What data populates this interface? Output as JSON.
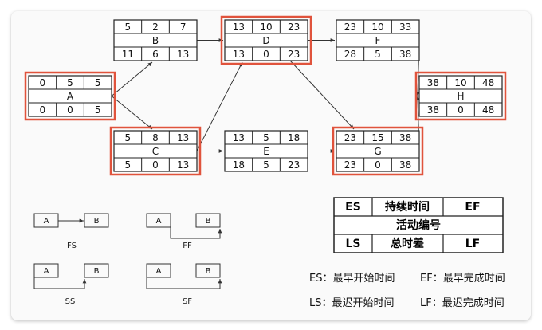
{
  "colors": {
    "critical": "#e0533c",
    "line": "#333333"
  },
  "nodes": {
    "A": {
      "name": "A",
      "es": "0",
      "dur": "5",
      "ef": "5",
      "ls": "0",
      "tf": "0",
      "lf": "5",
      "critical": true
    },
    "B": {
      "name": "B",
      "es": "5",
      "dur": "2",
      "ef": "7",
      "ls": "11",
      "tf": "6",
      "lf": "13",
      "critical": false
    },
    "C": {
      "name": "C",
      "es": "5",
      "dur": "8",
      "ef": "13",
      "ls": "5",
      "tf": "0",
      "lf": "13",
      "critical": true
    },
    "D": {
      "name": "D",
      "es": "13",
      "dur": "10",
      "ef": "23",
      "ls": "13",
      "tf": "0",
      "lf": "23",
      "critical": true
    },
    "E": {
      "name": "E",
      "es": "13",
      "dur": "5",
      "ef": "18",
      "ls": "18",
      "tf": "5",
      "lf": "23",
      "critical": false
    },
    "F": {
      "name": "F",
      "es": "23",
      "dur": "10",
      "ef": "33",
      "ls": "28",
      "tf": "5",
      "lf": "38",
      "critical": false
    },
    "G": {
      "name": "G",
      "es": "23",
      "dur": "15",
      "ef": "38",
      "ls": "23",
      "tf": "0",
      "lf": "38",
      "critical": true
    },
    "H": {
      "name": "H",
      "es": "38",
      "dur": "10",
      "ef": "48",
      "ls": "38",
      "tf": "0",
      "lf": "48",
      "critical": true
    }
  },
  "edges": [
    [
      "A",
      "B"
    ],
    [
      "A",
      "C"
    ],
    [
      "B",
      "D"
    ],
    [
      "C",
      "D"
    ],
    [
      "C",
      "E"
    ],
    [
      "D",
      "F"
    ],
    [
      "D",
      "G"
    ],
    [
      "E",
      "G"
    ],
    [
      "F",
      "H"
    ],
    [
      "G",
      "H"
    ]
  ],
  "dependency_types": {
    "fs": {
      "label": "FS",
      "from": "A",
      "to": "B"
    },
    "ff": {
      "label": "FF",
      "from": "A",
      "to": "B"
    },
    "ss": {
      "label": "SS",
      "from": "A",
      "to": "B"
    },
    "sf": {
      "label": "SF",
      "from": "A",
      "to": "B"
    }
  },
  "legend": {
    "es": "ES",
    "duration": "持续时间",
    "ef": "EF",
    "activity_id": "活动编号",
    "ls": "LS",
    "total_float": "总时差",
    "lf": "LF"
  },
  "definitions": {
    "es": "ES：最早开始时间",
    "ef": "EF：最早完成时间",
    "ls": "LS：最迟开始时间",
    "lf": "LF：最迟完成时间"
  }
}
